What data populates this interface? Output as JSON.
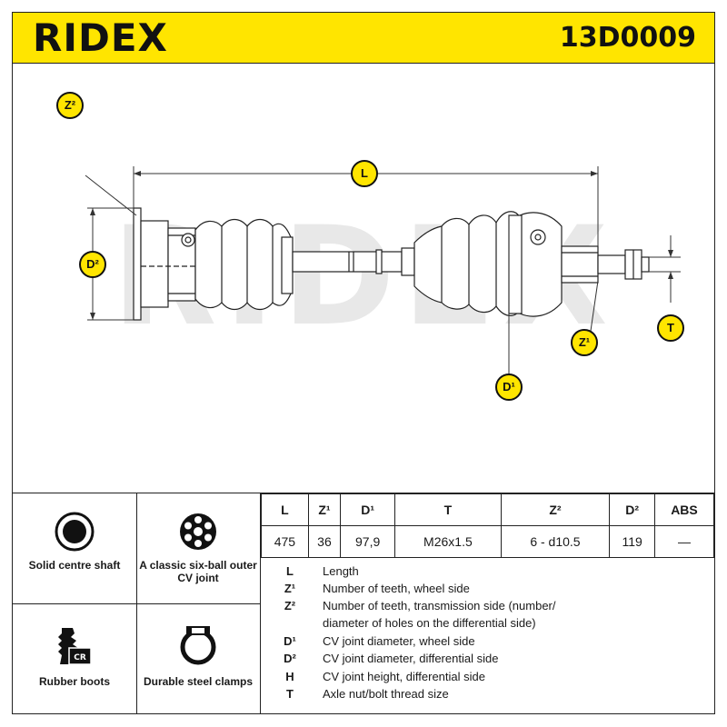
{
  "header": {
    "brand": "RIDEX",
    "part_number": "13D0009"
  },
  "drawing": {
    "watermark": "RIDEX",
    "labels": {
      "L": "L",
      "Z2": "Z²",
      "D2": "D²",
      "Z1": "Z¹",
      "D1": "D¹",
      "T": "T"
    }
  },
  "features": [
    {
      "icon": "solid-shaft-icon",
      "label": "Solid centre shaft"
    },
    {
      "icon": "six-ball-cv-joint-icon",
      "label": "A classic six-ball outer CV joint"
    },
    {
      "icon": "rubber-boot-cr-icon",
      "label": "Rubber boots",
      "icon_text": "CR"
    },
    {
      "icon": "steel-clamp-icon",
      "label": "Durable steel clamps"
    }
  ],
  "spec_table": {
    "headers": [
      "L",
      "Z¹",
      "D¹",
      "T",
      "Z²",
      "D²",
      "ABS"
    ],
    "values": [
      "475",
      "36",
      "97,9",
      "M26x1.5",
      "6 - d10.5",
      "119",
      "—"
    ]
  },
  "legend": [
    {
      "symbol": "L",
      "text": "Length"
    },
    {
      "symbol": "Z¹",
      "text": "Number of teeth, wheel side"
    },
    {
      "symbol": "Z²",
      "text": "Number of teeth, transmission side (number/"
    },
    {
      "symbol": "",
      "text": "diameter of holes on the differential side)"
    },
    {
      "symbol": "D¹",
      "text": "CV joint diameter, wheel side"
    },
    {
      "symbol": "D²",
      "text": "CV joint diameter, differential side"
    },
    {
      "symbol": "H",
      "text": "CV joint height, differential side"
    },
    {
      "symbol": "T",
      "text": "Axle nut/bolt thread size"
    }
  ],
  "colors": {
    "accent": "#ffe500",
    "ink": "#1a1a1a",
    "watermark": "#e6e6e6",
    "paper": "#ffffff"
  }
}
